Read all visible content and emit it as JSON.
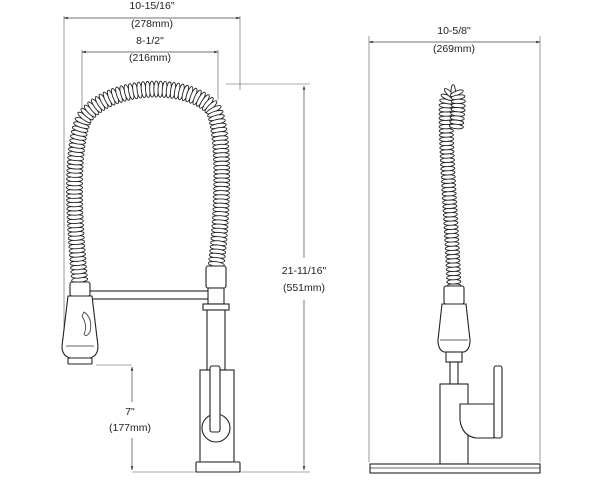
{
  "dimensions": {
    "front_overall_width": {
      "imperial": "10-15/16\"",
      "metric": "(278mm)"
    },
    "front_spout_reach": {
      "imperial": "8-1/2\"",
      "metric": "(216mm)"
    },
    "front_height": {
      "imperial": "21-11/16\"",
      "metric": "(551mm)"
    },
    "front_spray_height": {
      "imperial": "7\"",
      "metric": "(177mm)"
    },
    "side_width": {
      "imperial": "10-5/8\"",
      "metric": "(269mm)"
    }
  }
}
